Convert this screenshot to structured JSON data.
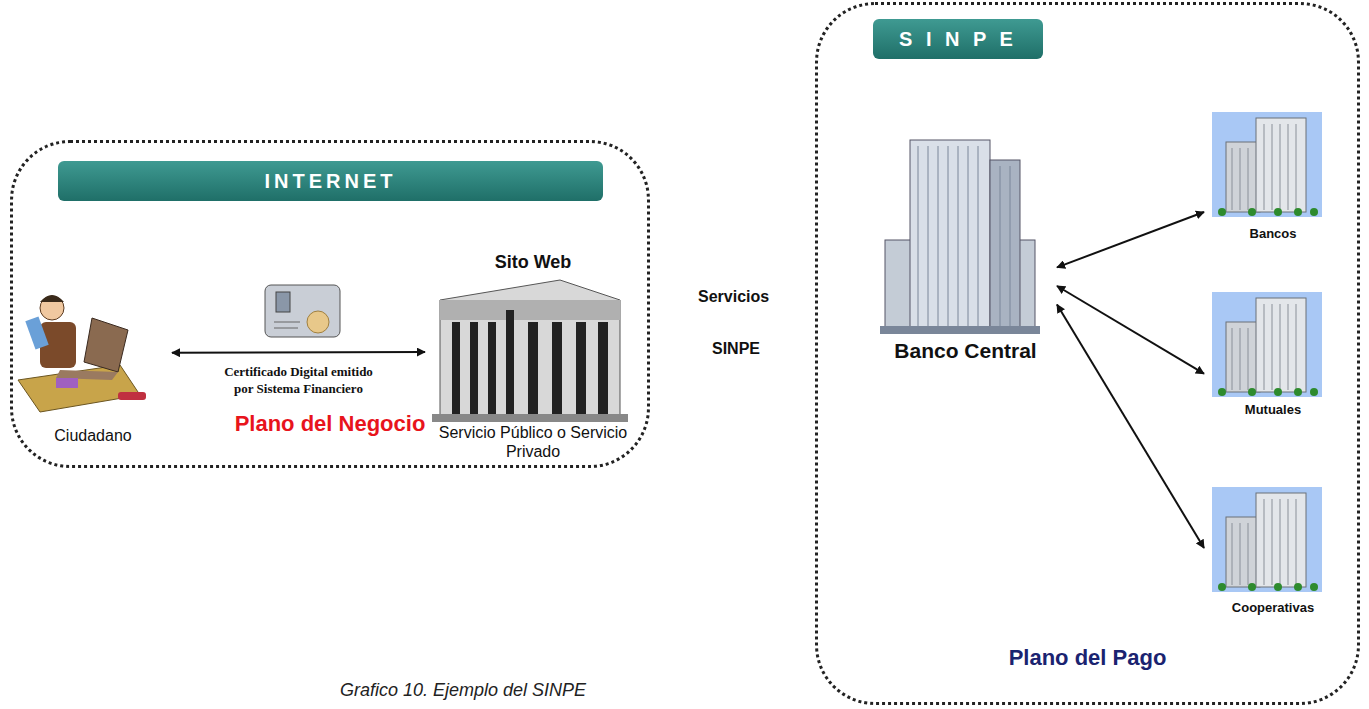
{
  "diagram": {
    "caption": "Grafico 10. Ejemplo del SINPE",
    "nodes": [
      {
        "text": [
          "Plano del Negocio"
        ]
      },
      {
        "text": [
          "INTERNET"
        ],
        "in": 0
      },
      {
        "text": [
          "Ciudadano"
        ],
        "in": 0
      },
      {
        "text": [
          "Sito Web",
          "Servicio Público o Servicio Privado"
        ],
        "in": 0
      },
      {
        "text": [
          "Plano del Pago"
        ]
      },
      {
        "text": [
          "S I N P E"
        ],
        "in": 4
      },
      {
        "text": [
          "Banco Central"
        ],
        "in": 4
      },
      {
        "text": [
          "Bancos"
        ],
        "in": 4
      },
      {
        "text": [
          "Mutuales"
        ],
        "in": 4
      },
      {
        "text": [
          "Cooperativas"
        ],
        "in": 4
      }
    ],
    "edges": [
      {
        "from": 2,
        "to": 3,
        "arrow": "both",
        "label": "Certificado Digital emitido por Sistema Financiero"
      },
      {
        "from": 6,
        "to": 7,
        "arrow": "both"
      },
      {
        "from": 6,
        "to": 8,
        "arrow": "both"
      },
      {
        "from": 6,
        "to": 9,
        "arrow": "both"
      }
    ],
    "labels": [
      "Servicios",
      "SINPE"
    ]
  }
}
